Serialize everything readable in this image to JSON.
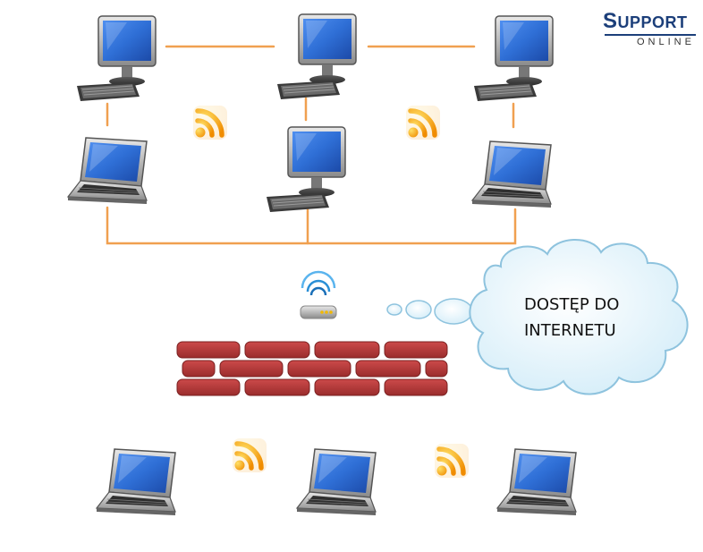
{
  "logo": {
    "main_first": "S",
    "main_rest": "UPPORT",
    "sub": "ONLINE"
  },
  "cloud": {
    "line1": "DOSTĘP DO",
    "line2": "INTERNETU"
  },
  "colors": {
    "connector": "#f0a050",
    "brick": "#b83a3a",
    "brick_dark": "#8e2626",
    "screen": "#2f6fd6",
    "cloud_fill": "#e6f4fb",
    "cloud_stroke": "#8ec3de",
    "wifi": "#f0a000",
    "logo": "#1c3f7a"
  },
  "nodes": [
    {
      "id": "desktop-top-left",
      "kind": "desktop"
    },
    {
      "id": "desktop-top-center",
      "kind": "desktop"
    },
    {
      "id": "desktop-top-right",
      "kind": "desktop"
    },
    {
      "id": "laptop-mid-left",
      "kind": "laptop"
    },
    {
      "id": "desktop-mid-center",
      "kind": "desktop"
    },
    {
      "id": "laptop-mid-right",
      "kind": "laptop"
    },
    {
      "id": "laptop-bottom-left",
      "kind": "laptop"
    },
    {
      "id": "laptop-bottom-center",
      "kind": "laptop"
    },
    {
      "id": "laptop-bottom-right",
      "kind": "laptop"
    }
  ],
  "icons": [
    "wireless-icon",
    "wireless-icon",
    "wireless-icon",
    "wireless-icon",
    "router-icon",
    "firewall-icon",
    "cloud-icon"
  ]
}
